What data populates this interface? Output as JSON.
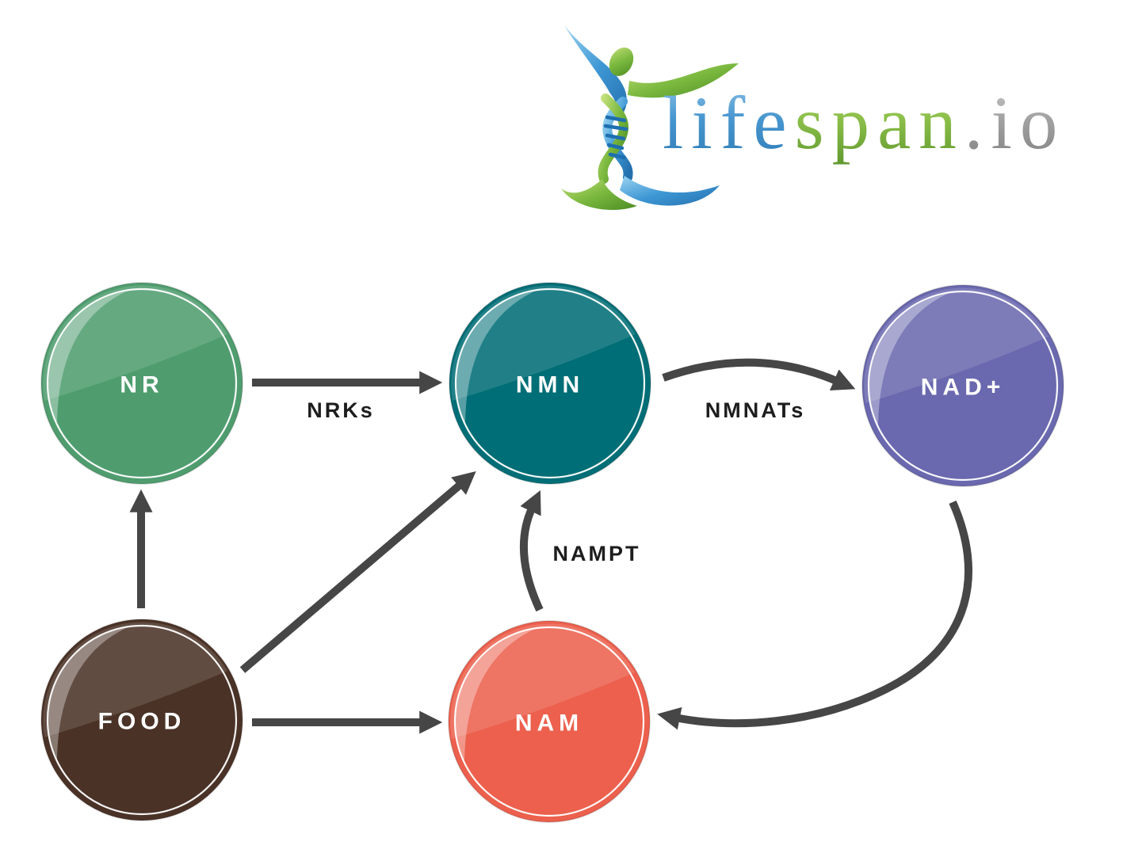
{
  "logo": {
    "life": "life",
    "span": "span",
    "io": ".io",
    "life_color": "#4896cf",
    "span_color": "#8cbf4a",
    "io_color": "#9b9b9b"
  },
  "diagram": {
    "arrow_color": "#464646",
    "edge_label_color": "#1d1d1d",
    "node_text_color": "#ffffff",
    "nodes": {
      "nr": {
        "label": "NR",
        "color": "#4f9d6f"
      },
      "nmn": {
        "label": "NMN",
        "color": "#006e76"
      },
      "nad": {
        "label": "NAD+",
        "color": "#6a68ae"
      },
      "food": {
        "label": "FOOD",
        "color": "#4a3226"
      },
      "nam": {
        "label": "NAM",
        "color": "#ec604d"
      }
    },
    "edges": {
      "nr_to_nmn": {
        "from": "NR",
        "to": "NMN",
        "label": "NRKs"
      },
      "nmn_to_nad": {
        "from": "NMN",
        "to": "NAD+",
        "label": "NMNATs"
      },
      "nam_to_nmn": {
        "from": "NAM",
        "to": "NMN",
        "label": "NAMPT"
      },
      "nad_to_nam": {
        "from": "NAD+",
        "to": "NAM",
        "label": ""
      },
      "food_to_nr": {
        "from": "FOOD",
        "to": "NR",
        "label": ""
      },
      "food_to_nmn": {
        "from": "FOOD",
        "to": "NMN",
        "label": ""
      },
      "food_to_nam": {
        "from": "FOOD",
        "to": "NAM",
        "label": ""
      }
    }
  }
}
